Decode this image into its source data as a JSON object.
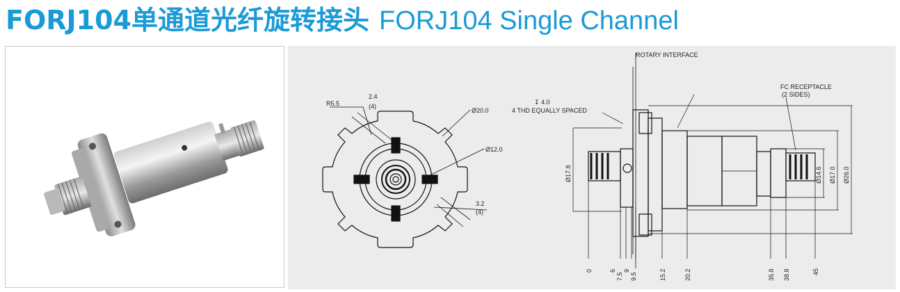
{
  "header": {
    "title_zh": "FORJ104单通道光纤旋转接头",
    "title_en": "FORJ104 Single Channel"
  },
  "photo": {
    "alt": "FORJ104 product photo"
  },
  "drawing": {
    "rotary_interface": "ROTARY INTERFACE",
    "fc_receptacle_line1": "FC RECEPTACLE",
    "fc_receptacle_line2": "(2 SIDES)",
    "thread_depth": "↧ 4.0",
    "thread_note": "4 THD EQUALLY SPACED",
    "r55": "R5.5",
    "w24": "2.4",
    "w24_count": "(4)",
    "d20": "Ø20.0",
    "d12": "Ø12.0",
    "w32": "3.2",
    "w32_count": "(4)",
    "d178": "Ø17.8",
    "d146": "Ø14.6",
    "d170": "Ø17.0",
    "d260": "Ø26.0",
    "dims": [
      "0",
      "6",
      "7.5",
      "9",
      "9.5",
      "15.2",
      "20.2",
      "35.8",
      "38.8",
      "45"
    ]
  }
}
